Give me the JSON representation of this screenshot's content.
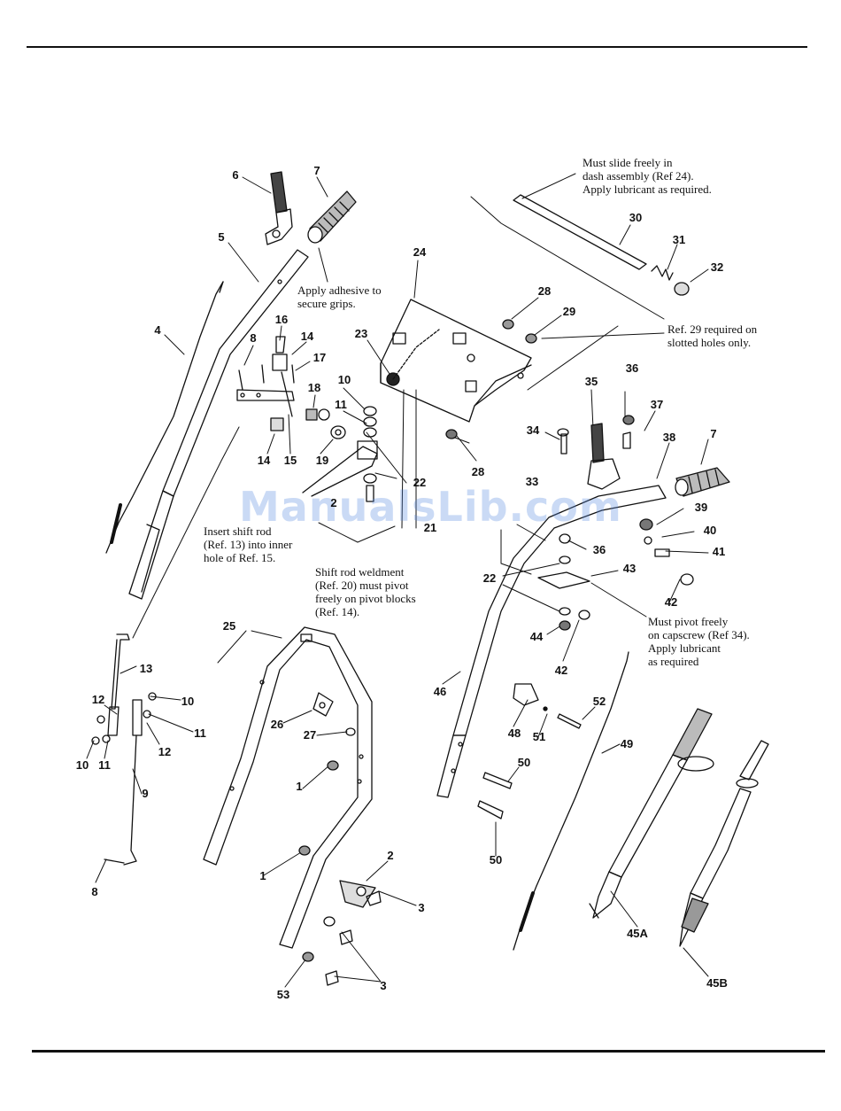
{
  "watermark": "ManualsLib.com",
  "notes": {
    "dash_slide": [
      "Must slide freely in",
      "dash assembly (Ref 24).",
      "Apply lubricant as required."
    ],
    "adhesive": [
      "Apply adhesive to",
      "secure grips."
    ],
    "ref29": [
      "Ref. 29 required on",
      "slotted holes only."
    ],
    "insert_shift": [
      "Insert shift rod",
      "(Ref. 13) into inner",
      "hole of Ref. 15."
    ],
    "shift_weldment": [
      "Shift rod  weldment",
      "(Ref. 20) must pivot",
      "freely on pivot blocks",
      "(Ref. 14)."
    ],
    "capscrew": [
      "Must pivot freely",
      "on capscrew (Ref 34).",
      "Apply lubricant",
      "as required"
    ]
  },
  "callouts": [
    "6",
    "7",
    "5",
    "4",
    "8",
    "16",
    "14",
    "17",
    "18",
    "10",
    "11",
    "14",
    "15",
    "19",
    "22",
    "23",
    "24",
    "28",
    "29",
    "30",
    "31",
    "32",
    "28",
    "2",
    "21",
    "36",
    "35",
    "37",
    "34",
    "38",
    "7",
    "33",
    "39",
    "40",
    "41",
    "36",
    "42",
    "43",
    "22",
    "44",
    "42",
    "46",
    "25",
    "13",
    "12",
    "10",
    "11",
    "12",
    "10",
    "11",
    "9",
    "8",
    "26",
    "27",
    "1",
    "1",
    "2",
    "3",
    "3",
    "53",
    "48",
    "51",
    "52",
    "50",
    "50",
    "49",
    "45A",
    "45B"
  ]
}
